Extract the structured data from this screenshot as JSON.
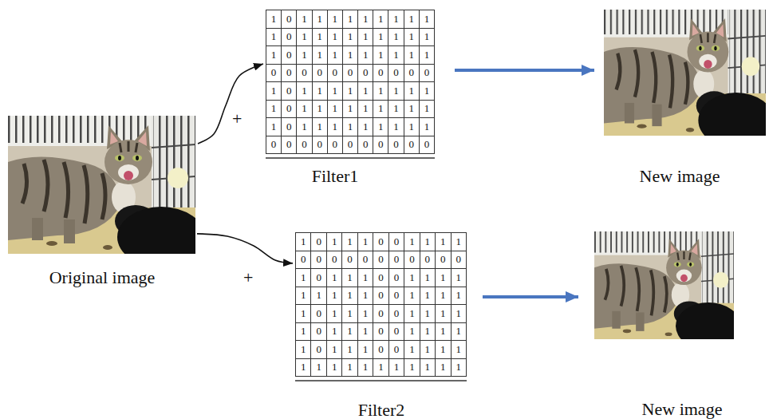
{
  "diagram": {
    "nodes": [
      {
        "text": [
          "Original image"
        ]
      },
      {
        "text": [
          "Filter1"
        ]
      },
      {
        "text": [
          "New image"
        ]
      },
      {
        "text": [
          "Filter2"
        ]
      },
      {
        "text": [
          "New image"
        ]
      }
    ],
    "edges": [
      {
        "from": 0,
        "to": 1,
        "arrow": "to",
        "label": "+"
      },
      {
        "from": 1,
        "to": 2,
        "arrow": "to"
      },
      {
        "from": 0,
        "to": 3,
        "arrow": "to",
        "label": "+"
      },
      {
        "from": 3,
        "to": 4,
        "arrow": "to"
      }
    ],
    "labels": [
      "1",
      "0",
      "1",
      "1",
      "1",
      "1",
      "1",
      "1",
      "1",
      "1",
      "1",
      "1",
      "0",
      "1",
      "1",
      "1",
      "1",
      "1",
      "1",
      "1",
      "1",
      "1",
      "1",
      "0",
      "1",
      "1",
      "1",
      "1",
      "1",
      "1",
      "1",
      "1",
      "1",
      "0",
      "0",
      "0",
      "0",
      "0",
      "0",
      "0",
      "0",
      "0",
      "0",
      "0",
      "1",
      "0",
      "1",
      "1",
      "1",
      "1",
      "1",
      "1",
      "1",
      "1",
      "1",
      "1",
      "0",
      "1",
      "1",
      "1",
      "1",
      "1",
      "1",
      "1",
      "1",
      "1",
      "1",
      "0",
      "1",
      "1",
      "1",
      "1",
      "1",
      "1",
      "1",
      "1",
      "1",
      "0",
      "0",
      "0",
      "0",
      "0",
      "0",
      "0",
      "0",
      "0",
      "0",
      "0",
      "1",
      "0",
      "1",
      "1",
      "1",
      "0",
      "0",
      "1",
      "1",
      "1",
      "1",
      "0",
      "0",
      "0",
      "0",
      "0",
      "0",
      "0",
      "0",
      "0",
      "0",
      "0",
      "1",
      "0",
      "1",
      "1",
      "1",
      "0",
      "0",
      "1",
      "1",
      "1",
      "1",
      "1",
      "1",
      "1",
      "1",
      "1",
      "0",
      "0",
      "1",
      "1",
      "1",
      "1",
      "1",
      "0",
      "1",
      "1",
      "1",
      "0",
      "0",
      "1",
      "1",
      "1",
      "1",
      "1",
      "0",
      "1",
      "1",
      "1",
      "0",
      "0",
      "1",
      "1",
      "1",
      "1",
      "1",
      "0",
      "1",
      "1",
      "1",
      "0",
      "0",
      "1",
      "1",
      "1",
      "1",
      "1",
      "1",
      "1",
      "1",
      "1",
      "1",
      "1",
      "1",
      "1",
      "1",
      "1"
    ]
  }
}
